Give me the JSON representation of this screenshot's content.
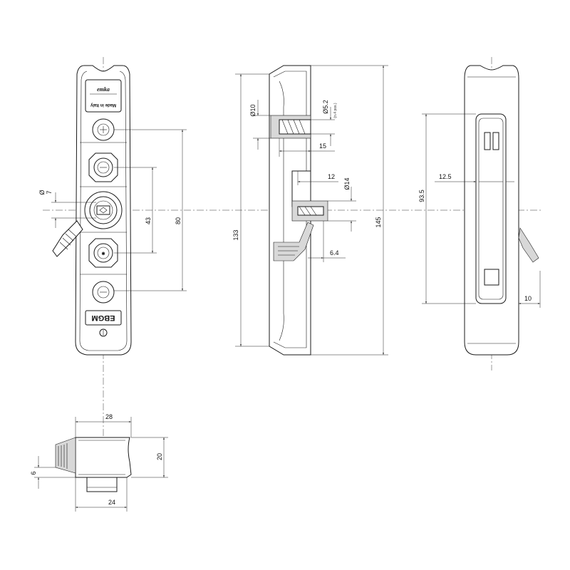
{
  "brand": "emka",
  "made_in": "Made in Italy",
  "model": "EBGM",
  "hole_symbol": "Ø",
  "dims": {
    "front_7": "7",
    "front_43": "43",
    "front_80": "80",
    "side_diam_10": "10",
    "side_diam_5_2": "5.2",
    "side_qty_note": "(n.4 pos.)",
    "side_15": "15",
    "side_12": "12",
    "side_diam_14": "14",
    "side_133": "133",
    "side_145": "145",
    "side_6_4": "6.4",
    "rear_93_5": "93.5",
    "rear_12_5": "12.5",
    "rear_10": "10",
    "bottom_28": "28",
    "bottom_20": "20",
    "bottom_6": "6",
    "bottom_24": "24"
  }
}
